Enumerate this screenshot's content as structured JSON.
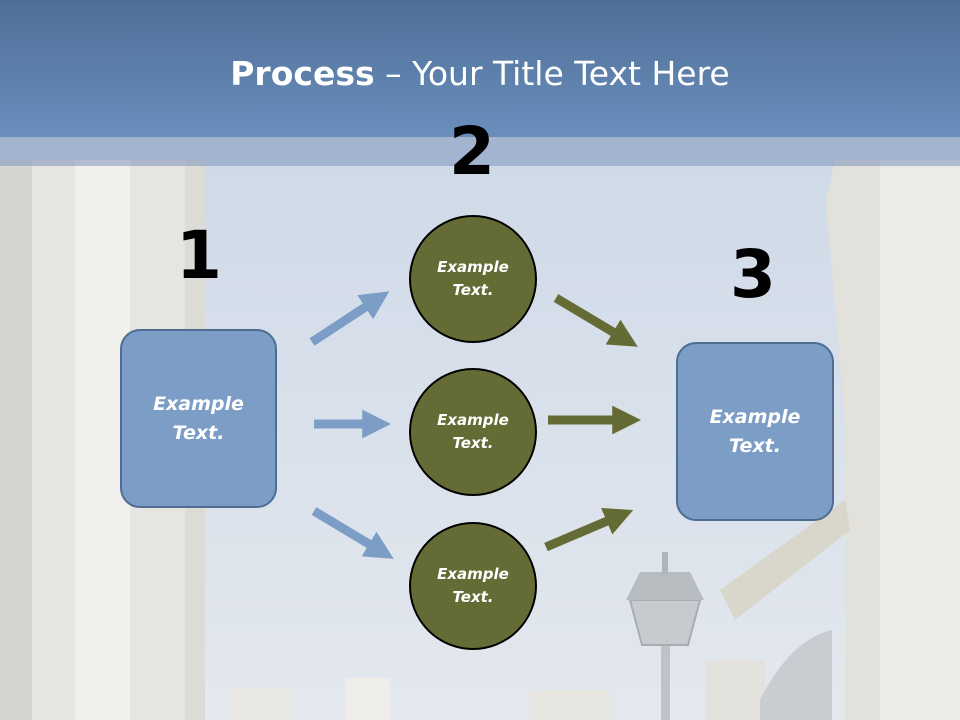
{
  "slide": {
    "title_bold": "Process",
    "title_rest": " – Your Title Text Here"
  },
  "steps": [
    {
      "number": "1",
      "text_line1": "Example",
      "text_line2": "Text."
    },
    {
      "number": "2"
    },
    {
      "number": "3",
      "text_line1": "Example",
      "text_line2": "Text."
    }
  ],
  "circles": [
    {
      "text_line1": "Example",
      "text_line2": "Text."
    },
    {
      "text_line1": "Example",
      "text_line2": "Text."
    },
    {
      "text_line1": "Example",
      "text_line2": "Text."
    }
  ],
  "colors": {
    "header": "#5b7eab",
    "box_fill": "#7c9dc6",
    "circle_fill": "#656b35",
    "arrow_blue": "#7c9dc6",
    "arrow_olive": "#656b35"
  }
}
